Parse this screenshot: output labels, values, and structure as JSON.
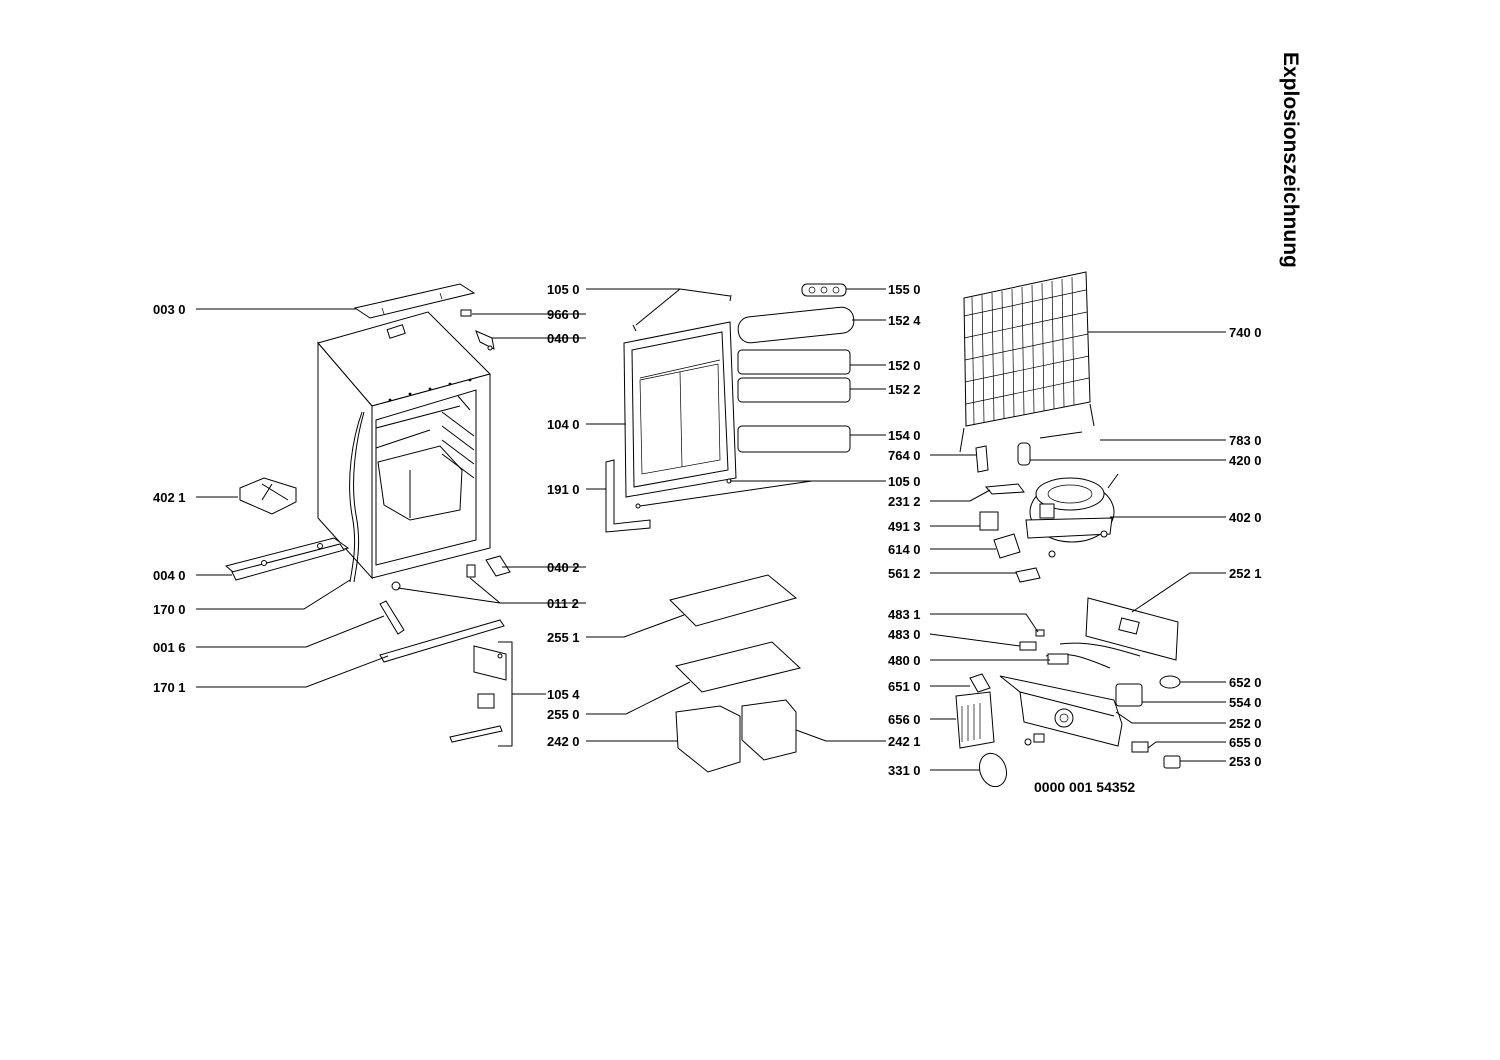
{
  "title": "Explosionszeichnung",
  "document_number": "0000 001 54352",
  "part_labels": [
    {
      "id": "003_0",
      "text": "003 0"
    },
    {
      "id": "402_1",
      "text": "402 1"
    },
    {
      "id": "004_0",
      "text": "004 0"
    },
    {
      "id": "170_0",
      "text": "170 0"
    },
    {
      "id": "001_6",
      "text": "001 6"
    },
    {
      "id": "170_1",
      "text": "170 1"
    },
    {
      "id": "105_0a",
      "text": "105 0"
    },
    {
      "id": "966_0",
      "text": "966 0"
    },
    {
      "id": "040_0",
      "text": "040 0"
    },
    {
      "id": "104_0",
      "text": "104 0"
    },
    {
      "id": "191_0",
      "text": "191 0"
    },
    {
      "id": "040_2",
      "text": "040 2"
    },
    {
      "id": "011_2",
      "text": "011 2"
    },
    {
      "id": "255_1",
      "text": "255 1"
    },
    {
      "id": "105_4",
      "text": "105 4"
    },
    {
      "id": "255_0",
      "text": "255 0"
    },
    {
      "id": "242_0",
      "text": "242 0"
    },
    {
      "id": "155_0",
      "text": "155 0"
    },
    {
      "id": "152_4",
      "text": "152 4"
    },
    {
      "id": "152_0",
      "text": "152 0"
    },
    {
      "id": "152_2",
      "text": "152 2"
    },
    {
      "id": "154_0",
      "text": "154 0"
    },
    {
      "id": "105_0b",
      "text": "105 0"
    },
    {
      "id": "242_1",
      "text": "242 1"
    },
    {
      "id": "764_0",
      "text": "764 0"
    },
    {
      "id": "231_2",
      "text": "231 2"
    },
    {
      "id": "491_3",
      "text": "491 3"
    },
    {
      "id": "614_0",
      "text": "614 0"
    },
    {
      "id": "561_2",
      "text": "561 2"
    },
    {
      "id": "483_1",
      "text": "483 1"
    },
    {
      "id": "483_0",
      "text": "483 0"
    },
    {
      "id": "480_0",
      "text": "480 0"
    },
    {
      "id": "651_0",
      "text": "651 0"
    },
    {
      "id": "656_0",
      "text": "656 0"
    },
    {
      "id": "331_0",
      "text": "331 0"
    },
    {
      "id": "740_0",
      "text": "740 0"
    },
    {
      "id": "783_0",
      "text": "783 0"
    },
    {
      "id": "420_0",
      "text": "420 0"
    },
    {
      "id": "402_0",
      "text": "402 0"
    },
    {
      "id": "252_1",
      "text": "252 1"
    },
    {
      "id": "652_0",
      "text": "652 0"
    },
    {
      "id": "554_0",
      "text": "554 0"
    },
    {
      "id": "252_0",
      "text": "252 0"
    },
    {
      "id": "655_0",
      "text": "655 0"
    },
    {
      "id": "253_0",
      "text": "253 0"
    }
  ]
}
